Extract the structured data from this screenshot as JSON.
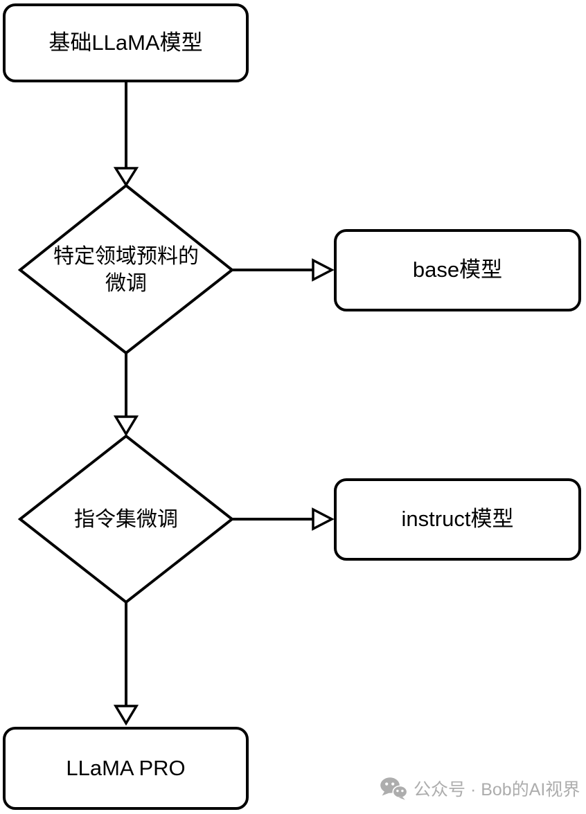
{
  "nodes": {
    "base_llama": {
      "type": "rounded-rect",
      "label": "基础LLaMA模型"
    },
    "domain_finetune": {
      "type": "diamond",
      "label": "特定领域预料的微调",
      "line1": "特定领域预料的",
      "line2": "微调"
    },
    "base_model": {
      "type": "rounded-rect",
      "label": "base模型"
    },
    "instruction_finetune": {
      "type": "diamond",
      "label": "指令集微调"
    },
    "instruct_model": {
      "type": "rounded-rect",
      "label": "instruct模型"
    },
    "llama_pro": {
      "type": "rounded-rect",
      "label": "LLaMA PRO"
    }
  },
  "edges": [
    {
      "from": "base_llama",
      "to": "domain_finetune",
      "direction": "down"
    },
    {
      "from": "domain_finetune",
      "to": "base_model",
      "direction": "right"
    },
    {
      "from": "domain_finetune",
      "to": "instruction_finetune",
      "direction": "down"
    },
    {
      "from": "instruction_finetune",
      "to": "instruct_model",
      "direction": "right"
    },
    {
      "from": "instruction_finetune",
      "to": "llama_pro",
      "direction": "down"
    }
  ],
  "watermark": {
    "icon": "wechat-icon",
    "text": "公众号 · Bob的AI视界"
  },
  "colors": {
    "stroke": "#000000",
    "background": "#ffffff",
    "watermark": "#adadad"
  }
}
